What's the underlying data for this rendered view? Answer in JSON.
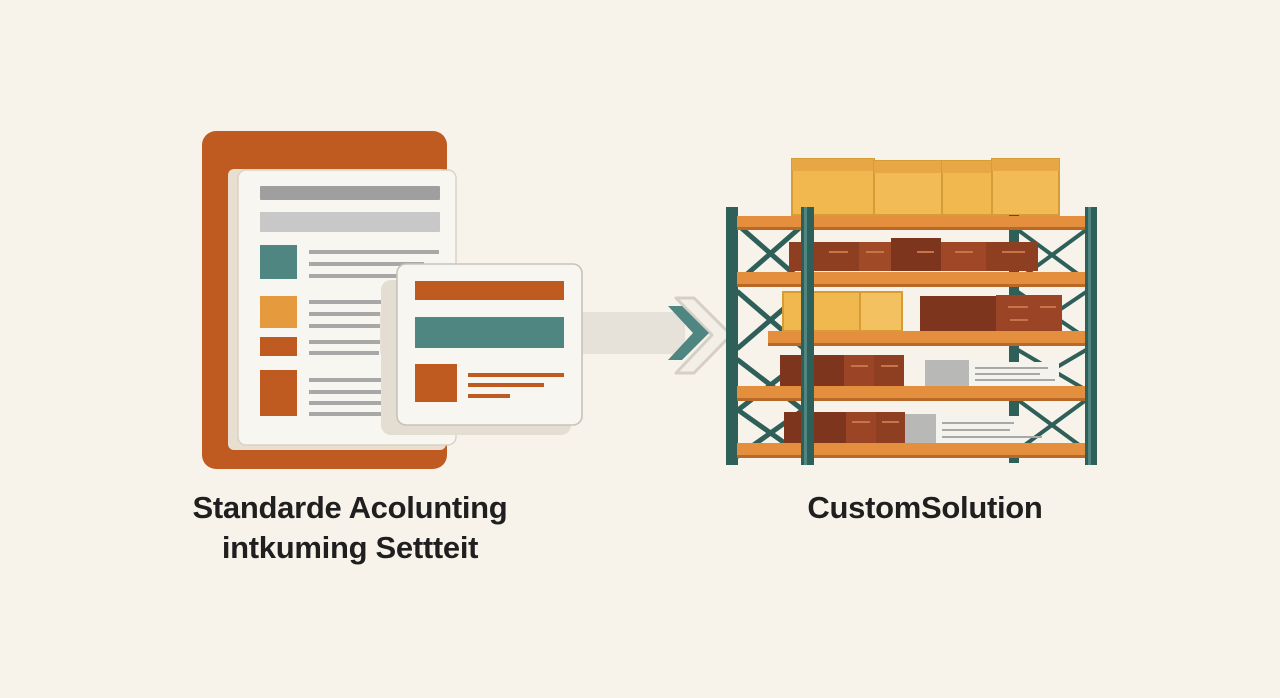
{
  "left_item": {
    "caption_line_1": "Standarde Acolunting",
    "caption_line_2": "intkuming Settteit",
    "icon": "accounting-document-icon"
  },
  "connector": {
    "icon": "chevron-right-arrow-icon"
  },
  "right_item": {
    "caption": "CustomSolution",
    "icon": "warehouse-shelving-icon"
  },
  "colors": {
    "background": "#f8f3ea",
    "rust": "#bf5b21",
    "teal": "#4f8681",
    "dark_teal": "#2f5f59",
    "orange": "#e59a3e",
    "box_gold": "#f0b84f",
    "box_brown": "#8e3f22",
    "gray": "#b4b4b2",
    "paper": "#f8f6f0"
  }
}
